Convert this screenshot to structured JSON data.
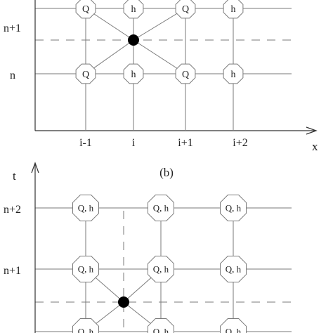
{
  "diagram_a": {
    "row_labels": [
      "n+1",
      "n"
    ],
    "col_labels": [
      "i-1",
      "i",
      "i+1",
      "i+2"
    ],
    "axis_label_x": "x",
    "nodes_top": [
      "Q",
      "h",
      "Q",
      "h"
    ],
    "nodes_bottom": [
      "Q",
      "h",
      "Q",
      "h"
    ]
  },
  "diagram_b": {
    "caption": "(b)",
    "axis_label_t": "t",
    "row_labels": [
      "n+2",
      "n+1"
    ],
    "node_label": "Q, h"
  },
  "colors": {
    "line": "#7a7a7a",
    "node_fill": "#ffffff",
    "node_stroke": "#7a7a7a",
    "point": "#000000",
    "axis": "#333333"
  }
}
